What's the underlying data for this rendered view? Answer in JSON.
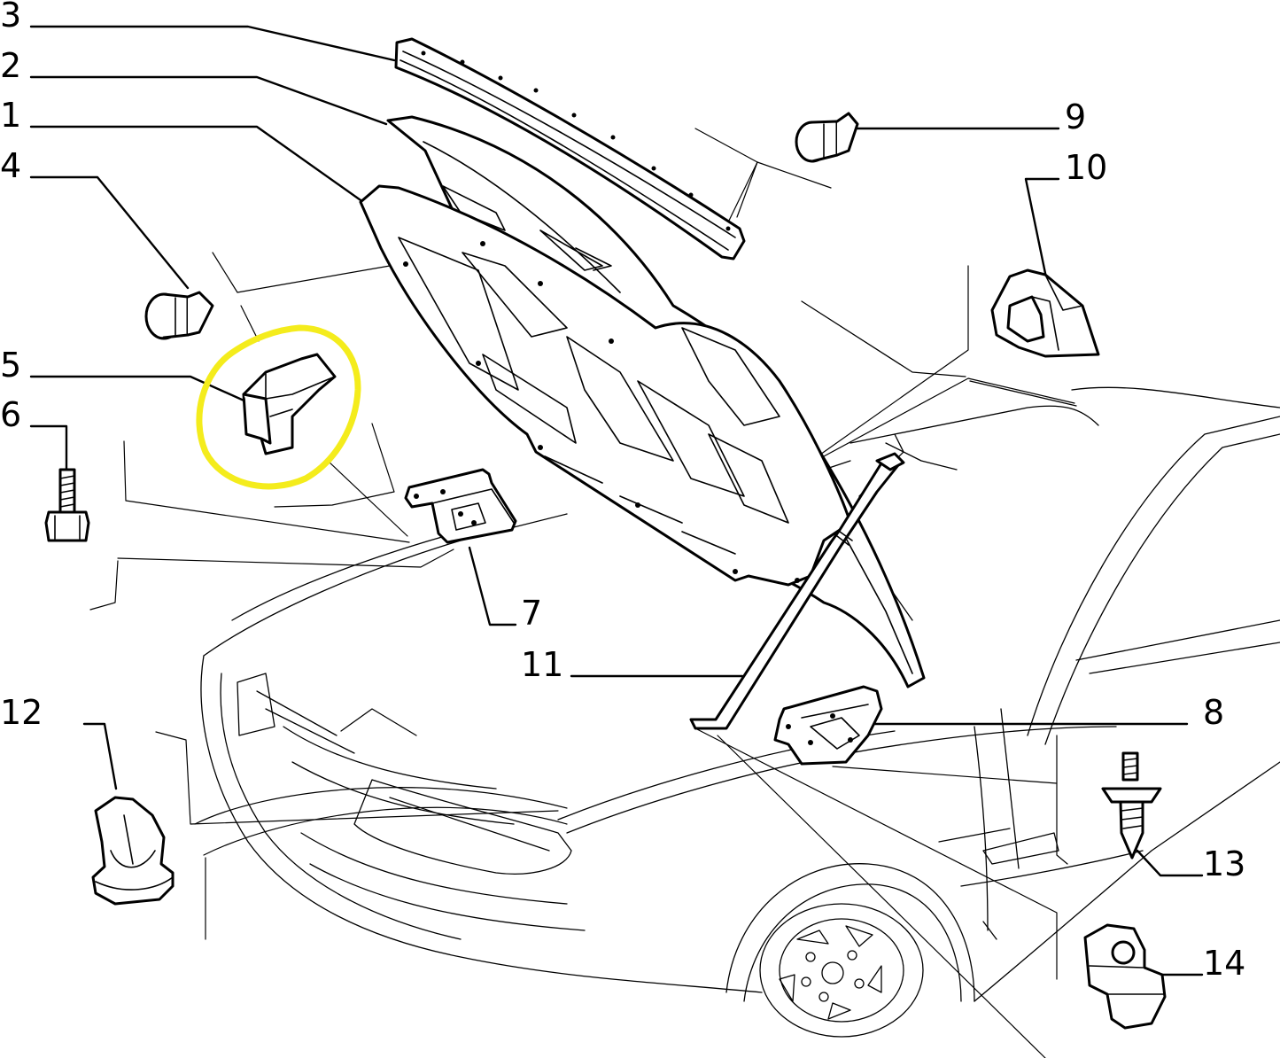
{
  "diagram": {
    "highlight_color": "#F4EC1C",
    "highlighted_part": "5",
    "callouts": [
      {
        "id": "c3",
        "label": "3"
      },
      {
        "id": "c2",
        "label": "2"
      },
      {
        "id": "c1",
        "label": "1"
      },
      {
        "id": "c4",
        "label": "4"
      },
      {
        "id": "c5",
        "label": "5"
      },
      {
        "id": "c6",
        "label": "6"
      },
      {
        "id": "c7",
        "label": "7"
      },
      {
        "id": "c9",
        "label": "9"
      },
      {
        "id": "c10",
        "label": "10"
      },
      {
        "id": "c11",
        "label": "11"
      },
      {
        "id": "c8",
        "label": "8"
      },
      {
        "id": "c12",
        "label": "12"
      },
      {
        "id": "c13",
        "label": "13"
      },
      {
        "id": "c14",
        "label": "14"
      }
    ]
  }
}
